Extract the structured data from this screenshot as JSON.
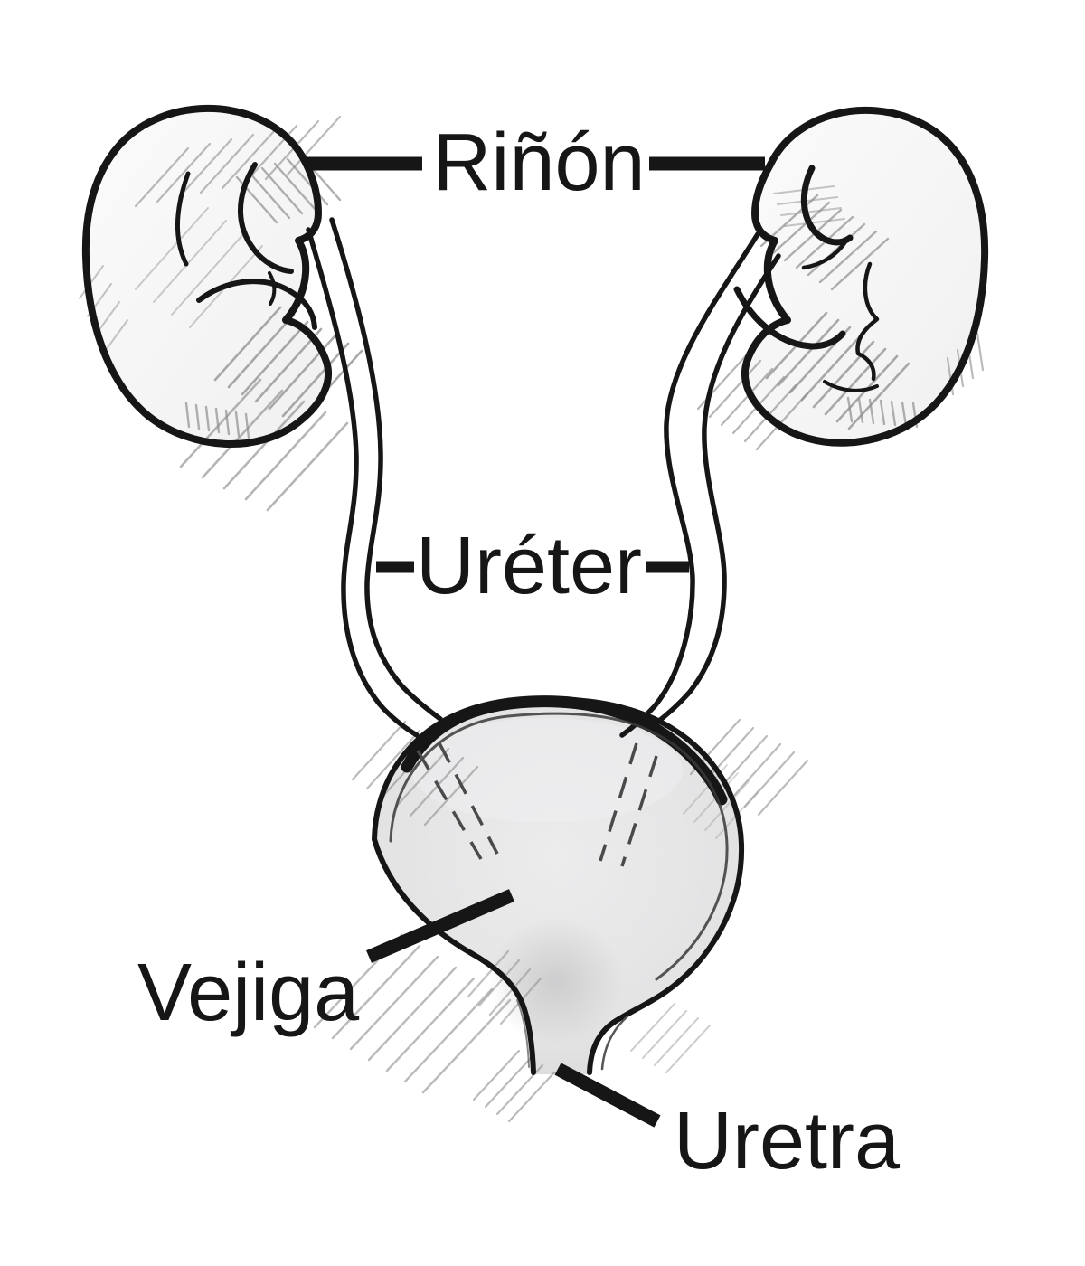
{
  "labels": {
    "kidney": "Riñón",
    "ureter": "Uréter",
    "bladder": "Vejiga",
    "urethra": "Uretra"
  },
  "colors": {
    "ink": "#161616",
    "paper": "#ffffff",
    "pencil": "#8e8e8e",
    "bladder_fill": "#e3e3e4"
  }
}
